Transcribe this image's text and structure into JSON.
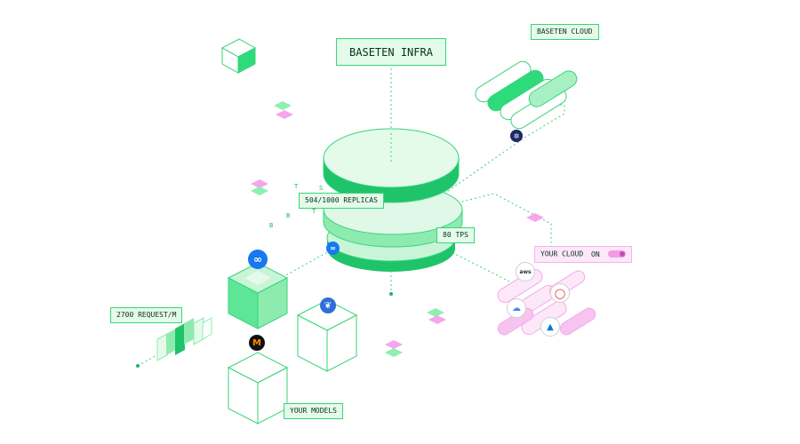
{
  "diagram": {
    "title": "BASETEN INFRA",
    "cloud_label": "BASETEN CLOUD",
    "replicas_label": "504/1000 REPLICAS",
    "tps_label": "80 TPS",
    "requests_label": "2700 REQUEST/M",
    "models_label": "YOUR MODELS",
    "your_cloud": {
      "label": "YOUR CLOUD",
      "toggle_state": "ON"
    },
    "scattered_letters": [
      "T",
      "S",
      "B",
      "T",
      "B"
    ],
    "aws_logo_text": "aws"
  },
  "colors": {
    "accent_green": "#37d47a",
    "dark_green": "#1fc36a",
    "light_green": "#dff8e7",
    "pink": "#f5a6eb",
    "light_pink": "#fde8f9",
    "navy": "#1c2a66"
  },
  "icons": [
    "meta-logo-icon",
    "mistral-logo-icon",
    "bird-logo-icon",
    "aws-logo-icon",
    "gcp-logo-icon",
    "oracle-logo-icon",
    "azure-logo-icon",
    "dashboard-icon"
  ]
}
